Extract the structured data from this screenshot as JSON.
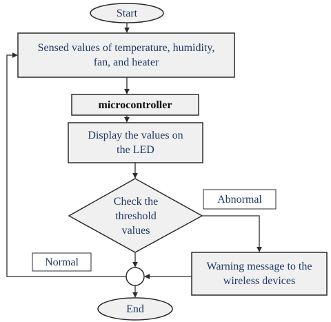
{
  "start": "Start",
  "sensed": {
    "line1": "Sensed values of temperature, humidity,",
    "line2": "fan, and heater"
  },
  "microcontroller": "microcontroller",
  "display": {
    "line1": "Display the values on",
    "line2": "the LED"
  },
  "decision": {
    "line1": "Check the",
    "line2": "threshold",
    "line3": "values"
  },
  "abnormal": "Abnormal",
  "normal": "Normal",
  "warning": {
    "line1": "Warning message to the",
    "line2": "wireless devices"
  },
  "end": "End",
  "colors": {
    "box_fill": "#f0f0f0",
    "stroke": "#2b2b2b",
    "text": "#1f3864"
  }
}
